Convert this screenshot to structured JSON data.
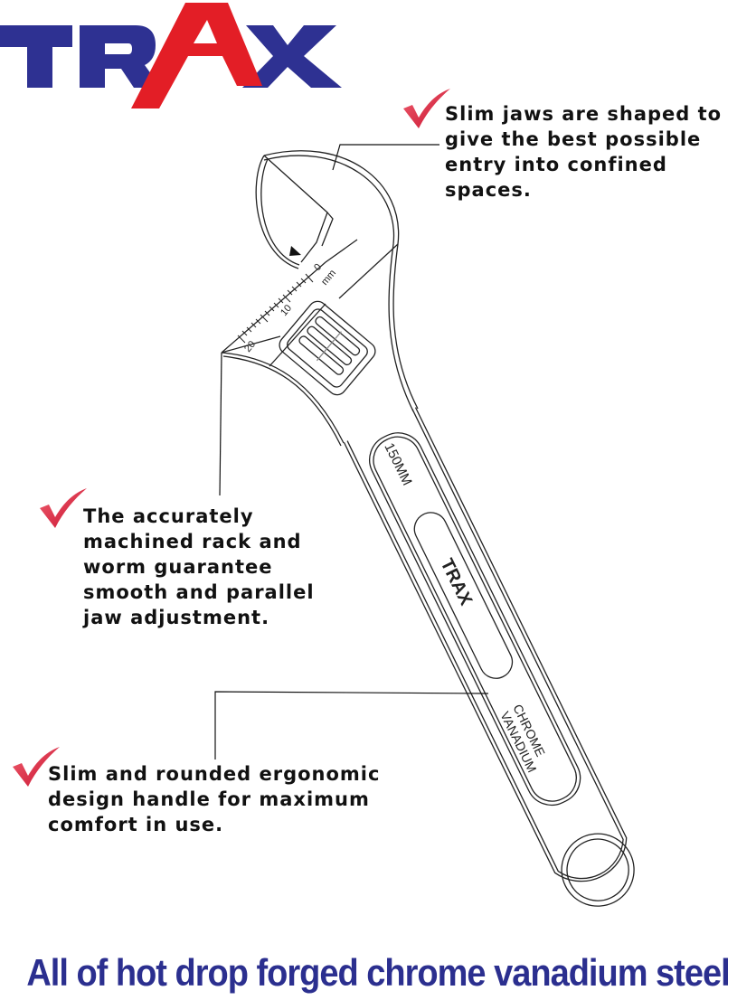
{
  "logo": {
    "text": "TRAX",
    "blue": "#2e3192",
    "red": "#e31e26"
  },
  "annotations": [
    {
      "lines": [
        "Slim jaws are shaped to",
        "give the best possible",
        "entry into confined",
        "spaces."
      ],
      "icon": "checkmark-icon"
    },
    {
      "lines": [
        "The accurately",
        "machined rack and",
        "worm guarantee",
        "smooth and parallel",
        "jaw adjustment."
      ],
      "icon": "checkmark-icon"
    },
    {
      "lines": [
        "Slim and rounded ergonomic",
        "design handle for maximum",
        "comfort in use."
      ],
      "icon": "checkmark-icon"
    }
  ],
  "wrench": {
    "scale_unit": "mm",
    "scale_labels": [
      "0",
      "10",
      "20"
    ],
    "size_marking": "150MM",
    "brand_marking": "TRAX",
    "material_marking": [
      "CHROME",
      "VANADIUM"
    ]
  },
  "caption": "All of hot drop forged chrome vanadium steel"
}
